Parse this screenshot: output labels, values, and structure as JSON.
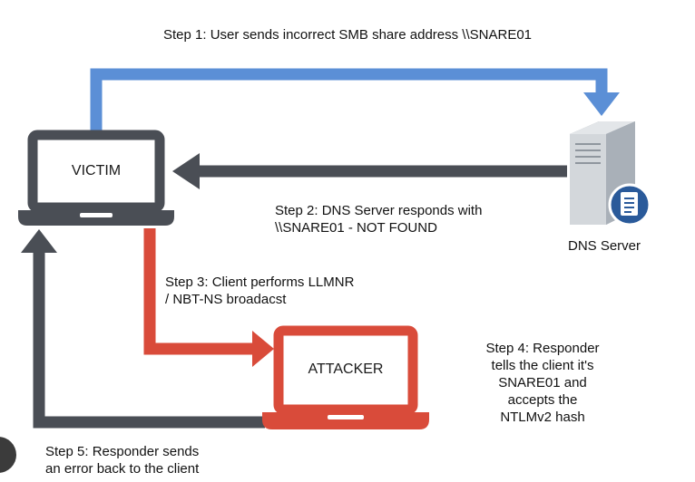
{
  "diagram": {
    "nodes": {
      "victim": {
        "label": "VICTIM"
      },
      "attacker": {
        "label": "ATTACKER"
      },
      "dns_server": {
        "label": "DNS Server"
      }
    },
    "steps": {
      "step1": "Step 1: User sends incorrect SMB share address  \\\\SNARE01",
      "step2": "Step 2:  DNS Server responds with\n\\\\SNARE01 - NOT FOUND",
      "step3": "Step 3: Client performs LLMNR\n/ NBT-NS broadacst",
      "step4": "Step 4: Responder\ntells the client it's\nSNARE01 and\naccepts the\nNTLMv2 hash",
      "step5": "Step 5: Responder sends\nan error back to the client"
    },
    "colors": {
      "step1_arrow": "#5b8fd6",
      "step2_arrow": "#4a4e55",
      "step3_arrow": "#d94b3a",
      "step5_arrow": "#4a4e55",
      "victim_laptop": "#4a4e55",
      "attacker_laptop": "#d94b3a",
      "server_body": "#c9cdd2",
      "server_badge": "#2a5a9a"
    }
  }
}
